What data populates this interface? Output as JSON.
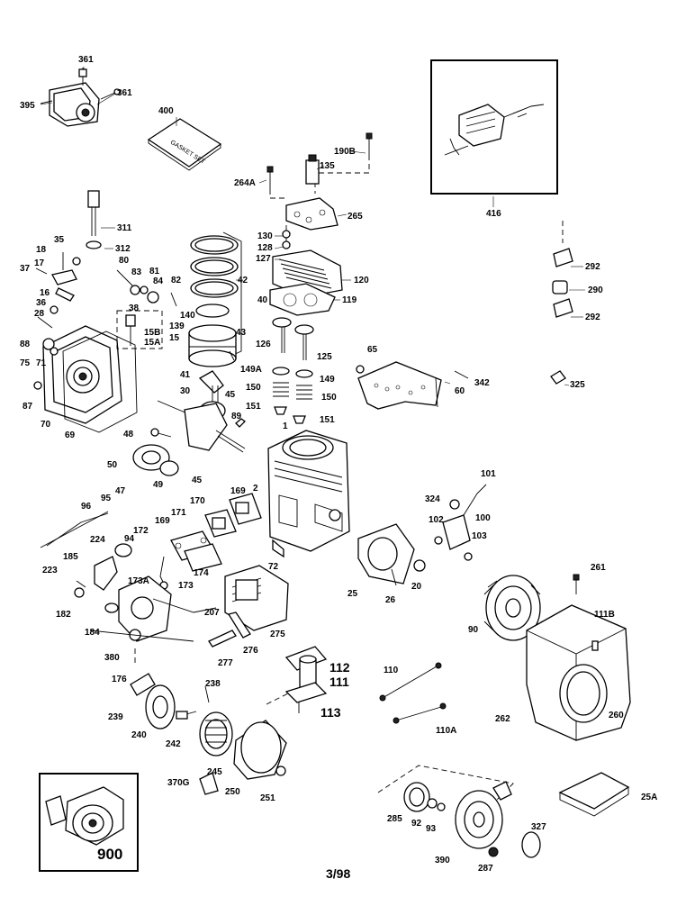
{
  "diagram": {
    "footer_code": "3/98",
    "gasket_set_text": "GASKET SET",
    "labels": {
      "l361a": "361",
      "l361b": "361",
      "l395": "395",
      "l400": "400",
      "l190b": "190B",
      "l135": "135",
      "l264a": "264A",
      "l265": "265",
      "l416": "416",
      "l311": "311",
      "l312": "312",
      "l130": "130",
      "l128": "128",
      "l127": "127",
      "l120": "120",
      "l119": "119",
      "l42": "42",
      "l40": "40",
      "l140": "140",
      "l139": "139",
      "l43": "43",
      "l41": "41",
      "l292a": "292",
      "l290": "290",
      "l292b": "292",
      "l35": "35",
      "l18": "18",
      "l37": "37",
      "l17": "17",
      "l16": "16",
      "l36": "36",
      "l28": "28",
      "l80": "80",
      "l83": "83",
      "l81": "81",
      "l84": "84",
      "l82": "82",
      "l38": "38",
      "l15b": "15B",
      "l15a": "15A",
      "l15": "15",
      "l88": "88",
      "l75": "75",
      "l71": "71",
      "l126": "126",
      "l125": "125",
      "l65": "65",
      "l149a": "149A",
      "l149": "149",
      "l150a": "150",
      "l150b": "150",
      "l151a": "151",
      "l151b": "151",
      "l342": "342",
      "l60": "60",
      "l325": "325",
      "l87": "87",
      "l30": "30",
      "l45a": "45",
      "l70": "70",
      "l69": "69",
      "l89": "89",
      "l1": "1",
      "l48": "48",
      "l50": "50",
      "l45b": "45",
      "l49": "49",
      "l47": "47",
      "l169a": "169",
      "l2": "2",
      "l170": "170",
      "l101": "101",
      "l324": "324",
      "l100": "100",
      "l102": "102",
      "l103": "103",
      "l96": "96",
      "l95": "95",
      "l171": "171",
      "l172": "172",
      "l169b": "169",
      "l224": "224",
      "l94": "94",
      "l185": "185",
      "l174": "174",
      "l173": "173",
      "l173a": "173A",
      "l72": "72",
      "l223": "223",
      "l182": "182",
      "l25": "25",
      "l26": "26",
      "l20": "20",
      "l261": "261",
      "l111b": "111B",
      "l90": "90",
      "l207": "207",
      "l275": "275",
      "l184": "184",
      "l380": "380",
      "l276": "276",
      "l277": "277",
      "l176": "176",
      "l112": "112",
      "l111": "111",
      "l110": "110",
      "l113": "113",
      "l238": "238",
      "l239": "239",
      "l240": "240",
      "l242": "242",
      "l245": "245",
      "l370g": "370G",
      "l250": "250",
      "l251": "251",
      "l110a": "110A",
      "l262": "262",
      "l260": "260",
      "l25a": "25A",
      "l285": "285",
      "l92": "92",
      "l93": "93",
      "l327": "327",
      "l390": "390",
      "l287": "287",
      "l900": "900"
    }
  }
}
